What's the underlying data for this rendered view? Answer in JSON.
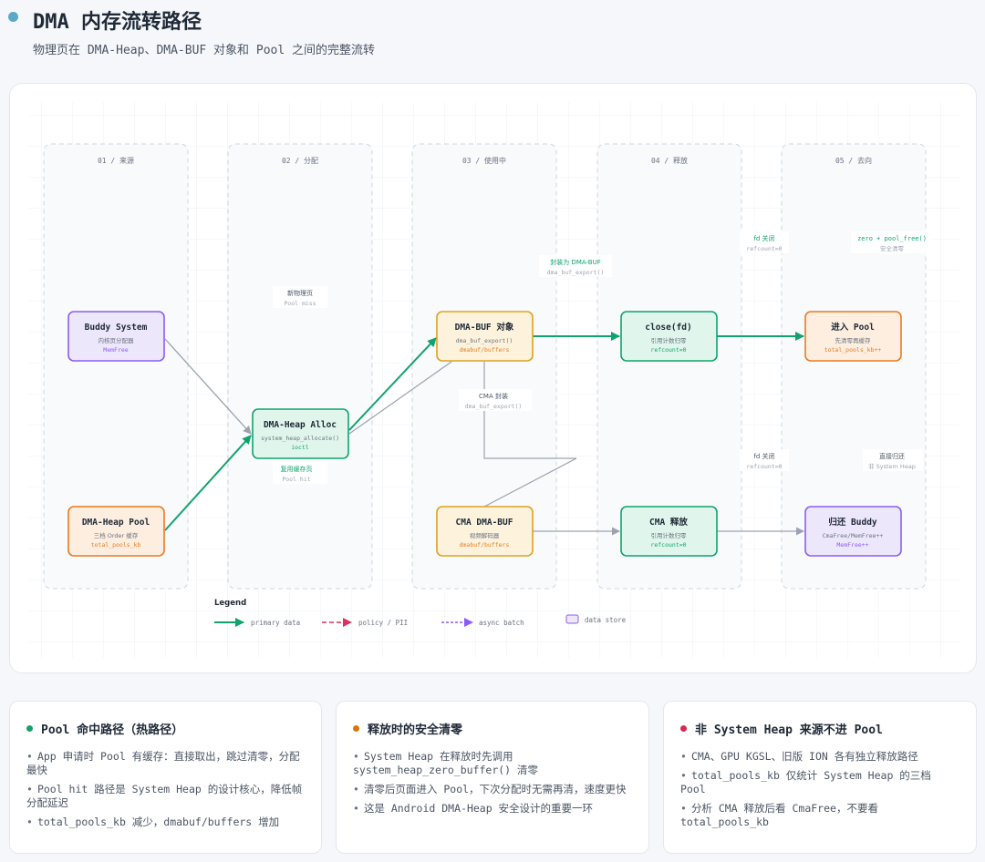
{
  "header": {
    "title": "DMA 内存流转路径",
    "subtitle": "物理页在 DMA-Heap、DMA-BUF 对象和 Pool 之间的完整流转",
    "dot_color": "#5aa9c6"
  },
  "diagram": {
    "columns": [
      "01 / 来源",
      "02 / 分配",
      "03 / 使用中",
      "04 / 释放",
      "05 / 去向"
    ],
    "nodes": {
      "buddy": {
        "title": "Buddy System",
        "sub": "内核页分配器",
        "stat": "MemFree"
      },
      "heap_pool": {
        "title": "DMA-Heap Pool",
        "sub": "三档 Order 缓存",
        "stat": "total_pools_kb"
      },
      "alloc": {
        "title": "DMA-Heap Alloc",
        "sub": "system_heap_allocate()",
        "stat": "ioctl"
      },
      "dmabuf": {
        "title": "DMA-BUF 对象",
        "sub": "dma_buf_export()",
        "stat": "dmabuf/buffers"
      },
      "cma_dmabuf": {
        "title": "CMA DMA-BUF",
        "sub": "视频解码器",
        "stat": "dmabuf/buffers"
      },
      "close": {
        "title": "close(fd)",
        "sub": "引用计数归零",
        "stat": "refcount=0"
      },
      "cma_release": {
        "title": "CMA 释放",
        "sub": "引用计数归零",
        "stat": "refcount=0"
      },
      "enter_pool": {
        "title": "进入 Pool",
        "sub": "先清零再缓存",
        "stat": "total_pools_kb++"
      },
      "return_buddy": {
        "title": "归还 Buddy",
        "sub": "CmaFree/MemFree++",
        "stat": "MemFree++"
      }
    },
    "edge_labels": {
      "new_page": {
        "main": "新物理页",
        "sub": "Pool miss"
      },
      "reuse": {
        "main": "复用缓存页",
        "sub": "Pool hit"
      },
      "wrap": {
        "main": "封装为 DMA-BUF",
        "sub": "dma_buf_export()"
      },
      "cma_wrap": {
        "main": "CMA 封装",
        "sub": "dma_buf_export()"
      },
      "fd_close_top": {
        "main": "fd 关闭",
        "sub": "refcount=0"
      },
      "zero_free": {
        "main": "zero + pool_free()",
        "sub": "安全清零"
      },
      "fd_close_bottom": {
        "main": "fd 关闭",
        "sub": "refcount=0"
      },
      "direct_return": {
        "main": "直接归还",
        "sub": "非 System Heap"
      }
    },
    "legend": {
      "title": "Legend",
      "primary": "primary data",
      "policy": "policy / PII",
      "async": "async batch",
      "store": "data store"
    }
  },
  "cards": [
    {
      "title": "Pool 命中路径（热路径）",
      "color": "#10a36b",
      "items": [
        "App 申请时 Pool 有缓存：直接取出，跳过清零，分配最快",
        "Pool hit 路径是 System Heap 的设计核心，降低帧分配延迟",
        "total_pools_kb 减少，dmabuf/buffers 增加"
      ]
    },
    {
      "title": "释放时的安全清零",
      "color": "#d97706",
      "items": [
        "System Heap 在释放时先调用 system_heap_zero_buffer() 清零",
        "清零后页面进入 Pool，下次分配时无需再清，速度更快",
        "这是 Android DMA-Heap 安全设计的重要一环"
      ]
    },
    {
      "title": "非 System Heap 来源不进 Pool",
      "color": "#dc2650",
      "items": [
        "CMA、GPU KGSL、旧版 ION 各有独立释放路径",
        "total_pools_kb 仅统计 System Heap 的三档 Pool",
        "分析 CMA 释放后看 CmaFree，不要看 total_pools_kb"
      ]
    }
  ],
  "colors": {
    "green": "#10a36b",
    "gray_arrow": "#9ca3af",
    "purple": "#8b5cf6",
    "orange": "#ea7a1f",
    "policy": "#d6335e"
  }
}
